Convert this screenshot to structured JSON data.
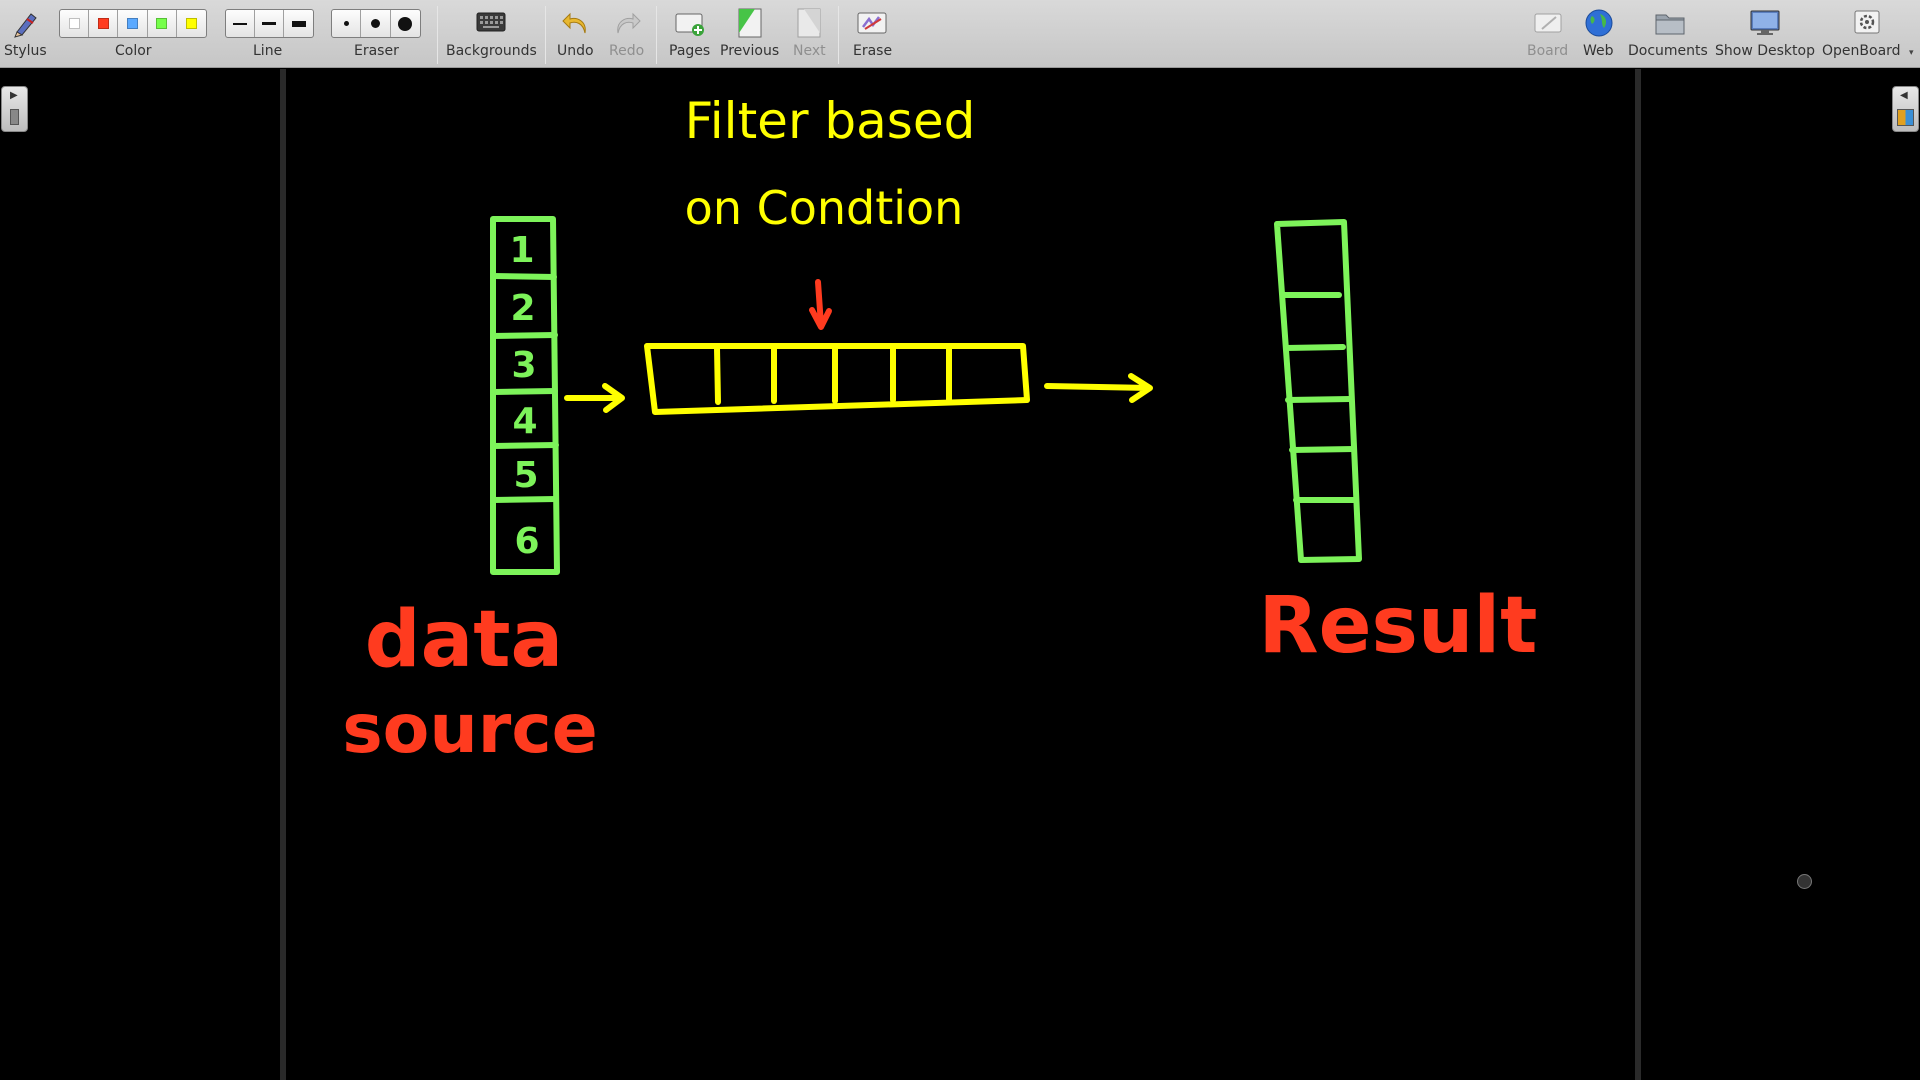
{
  "toolbar": {
    "stylus": {
      "label": "Stylus",
      "icon": "stylus-pen-icon"
    },
    "color": {
      "label": "Color",
      "swatches": [
        "#ffffff",
        "#ff3b1f",
        "#5aa9ff",
        "#76ff4a",
        "#ffff00"
      ],
      "selected": "#ffffff"
    },
    "line": {
      "label": "Line",
      "options": [
        "thin",
        "medium",
        "thick"
      ],
      "selected": "thin"
    },
    "eraser": {
      "label": "Eraser",
      "options": [
        "small",
        "medium",
        "large"
      ],
      "selected": "small"
    },
    "backgrounds": {
      "label": "Backgrounds",
      "icon": "keyboard-grid-icon"
    },
    "undo": {
      "label": "Undo",
      "icon": "undo-arrow-icon",
      "enabled": true
    },
    "redo": {
      "label": "Redo",
      "icon": "redo-arrow-icon",
      "enabled": false
    },
    "pages": {
      "label": "Pages",
      "icon": "add-page-icon"
    },
    "previous": {
      "label": "Previous",
      "icon": "previous-page-icon",
      "enabled": true
    },
    "next": {
      "label": "Next",
      "icon": "next-page-icon",
      "enabled": false
    },
    "erase": {
      "label": "Erase",
      "icon": "erase-board-icon"
    },
    "board": {
      "label": "Board",
      "icon": "board-icon",
      "enabled": false
    },
    "web": {
      "label": "Web",
      "icon": "globe-icon"
    },
    "documents": {
      "label": "Documents",
      "icon": "folder-icon"
    },
    "show_desktop": {
      "label": "Show Desktop",
      "icon": "monitor-icon"
    },
    "openboard": {
      "label": "OpenBoard",
      "icon": "settings-gear-icon"
    }
  },
  "board": {
    "annotations": {
      "top_line1": "Filter based",
      "top_line2": "on Condtion",
      "left_line1": "data",
      "left_line2": "source",
      "right": "Result"
    },
    "source_cells": [
      "1",
      "2",
      "3",
      "4",
      "5",
      "6"
    ],
    "colors": {
      "green": "#7df35a",
      "yellow": "#ffff00",
      "red": "#ff3b1f"
    }
  }
}
